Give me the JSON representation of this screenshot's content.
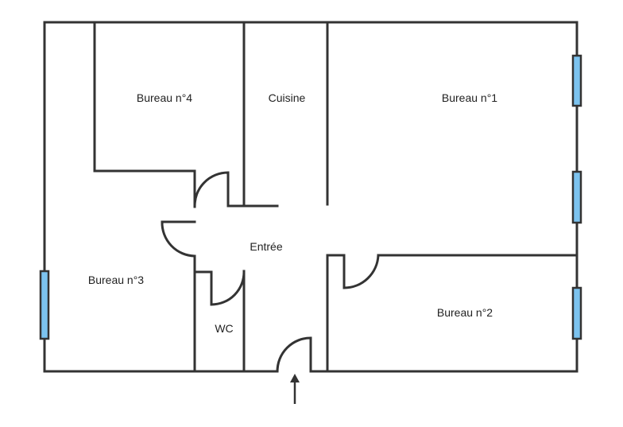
{
  "rooms": {
    "bureau4": "Bureau n°4",
    "cuisine": "Cuisine",
    "bureau1": "Bureau n°1",
    "entree": "Entrée",
    "bureau3": "Bureau n°3",
    "wc": "WC",
    "bureau2": "Bureau n°2"
  },
  "colors": {
    "wall": "#333333",
    "window": "#7cc3ef"
  }
}
